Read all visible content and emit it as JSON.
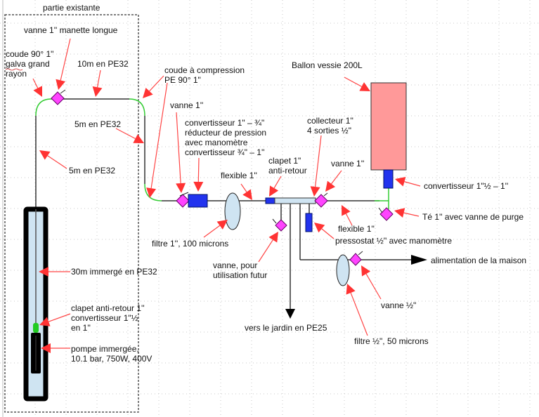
{
  "title": "partie existante",
  "labels": {
    "vanne_manette": "vanne 1'' manette longue",
    "coude_galva_1": "coude 90° 1\"",
    "coude_galva_2": "galva grand",
    "coude_galva_3": "rayon",
    "pe32_10m": "10m en PE32",
    "coude_compression_1": "coude à compression",
    "coude_compression_2": "PE 90° 1\"",
    "pe32_5m_a": "5m en PE32",
    "pe32_5m_b": "5m en PE32",
    "vanne_1": "vanne 1''",
    "convertisseur_1": "convertisseur 1\" – ¾\"",
    "convertisseur_2": "réducteur de pression",
    "convertisseur_3": "avec manomètre",
    "convertisseur_4": "convertisseur ¾\" – 1''",
    "flexible_1": "flexible 1''",
    "clapet_1": "clapet 1\"",
    "clapet_2": "anti-retour",
    "collecteur_1": "collecteur 1''",
    "collecteur_2": "4 sorties ½\"",
    "vanne_1b": "vanne 1''",
    "ballon": "Ballon vessie 200L",
    "convertisseur_ballon": "convertisseur 1\"½ – 1''",
    "te_purge": "Té 1'' avec vanne de purge",
    "flexible_2": "flexible 1''",
    "pressostat": "pressostat ½'' avec manomètre",
    "filtre_100": "filtre 1'', 100 microns",
    "vanne_futur_1": "vanne, pour",
    "vanne_futur_2": "utilisation futur",
    "alimentation": "alimentation de la maison",
    "vanne_demi": "vanne ½\"",
    "filtre_50": "filtre ½\", 50 microns",
    "jardin": "vers le jardin en PE25",
    "immerge": "30m immergé en PE32",
    "clapet_pompe_1": "clapet anti-retour 1''",
    "clapet_pompe_2": "convertisseur 1\"½",
    "clapet_pompe_3": "en 1''",
    "pompe_1": "pompe immergée,",
    "pompe_2": "10.1 bar, 750W, 400V"
  },
  "colors": {
    "valve": "#ff44ff",
    "converter": "#2233ee",
    "filter": "#cfe4f2",
    "tank": "#ff9999",
    "annotation_arrow": "#ff3333",
    "green_fitting": "#33cc33"
  }
}
